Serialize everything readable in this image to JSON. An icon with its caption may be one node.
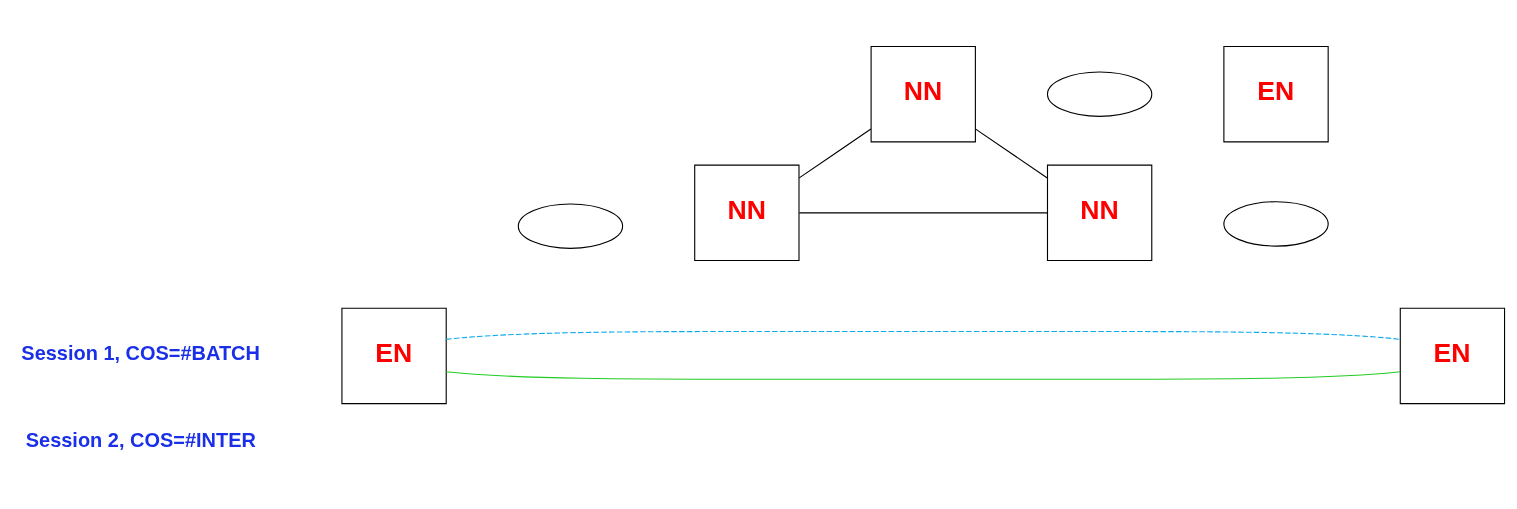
{
  "diagram": {
    "nodes": [
      {
        "text": [
          "EN"
        ]
      },
      {
        "text": [],
        "shape": "ellipse"
      },
      {
        "text": [
          "NN"
        ]
      },
      {
        "text": [
          "NN"
        ]
      },
      {
        "text": [],
        "shape": "ellipse"
      },
      {
        "text": [
          "EN"
        ]
      },
      {
        "text": [
          "NN"
        ]
      },
      {
        "text": [],
        "shape": "ellipse"
      },
      {
        "text": [
          "EN"
        ]
      }
    ],
    "edges": [
      {
        "from": 2,
        "to": 3,
        "arrow": "none"
      },
      {
        "from": 2,
        "to": 6,
        "arrow": "none"
      },
      {
        "from": 3,
        "to": 6,
        "arrow": "none"
      },
      {
        "from": 0,
        "to": 8,
        "arrow": "none",
        "color": "#22cc22"
      },
      {
        "from": 0,
        "to": 8,
        "arrow": "none",
        "style": "dashed",
        "color": "#11aaee"
      }
    ],
    "legend": [
      {
        "text": "Session 1, COS=#BATCH"
      },
      {
        "text": "Session 2, COS=#INTER"
      }
    ]
  }
}
